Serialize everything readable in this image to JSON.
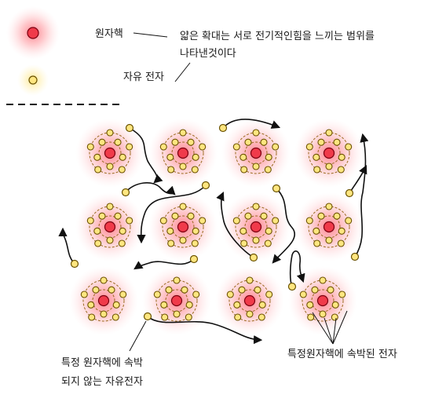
{
  "legend": {
    "nucleus_label": "원자핵",
    "electron_label": "자유 전자",
    "halo_note_line1": "얇은 확대는 서로 전기적인힘을 느끼는 범위를",
    "halo_note_line2": "나타낸것이다"
  },
  "annotations": {
    "free_electron_line1": "특정 원자핵에 속박",
    "free_electron_line2": "되지 않는 자유전자",
    "bound_electrons": "특정원자핵에 속박된 전자"
  },
  "colors": {
    "nucleus_fill": "#f03a4a",
    "nucleus_ring": "#b01020",
    "halo": "#ff6f7a",
    "electron_fill": "#ffe680",
    "electron_stroke": "#6a5200",
    "orbit": "#9a6a20",
    "arrow": "#111111"
  },
  "lattice": {
    "rows": 3,
    "cols": 4,
    "electrons_per_atom": 10
  },
  "icons": [
    "nucleus-icon",
    "electron-icon",
    "arrow-icon"
  ]
}
